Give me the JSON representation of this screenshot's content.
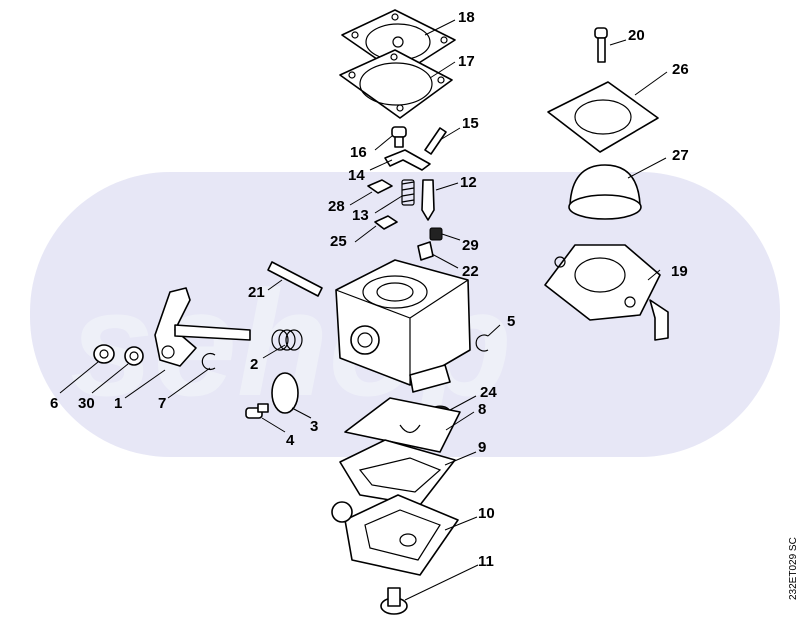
{
  "watermark": {
    "text": "sehop",
    "band_color": "#e7e7f6",
    "text_color": "#eef0f8"
  },
  "drawing_code": "232ET029 SC",
  "callouts": [
    "1",
    "2",
    "3",
    "4",
    "5",
    "6",
    "7",
    "8",
    "9",
    "10",
    "11",
    "12",
    "13",
    "14",
    "15",
    "16",
    "17",
    "18",
    "19",
    "20",
    "21",
    "22",
    "24",
    "25",
    "26",
    "27",
    "28",
    "29",
    "30"
  ]
}
